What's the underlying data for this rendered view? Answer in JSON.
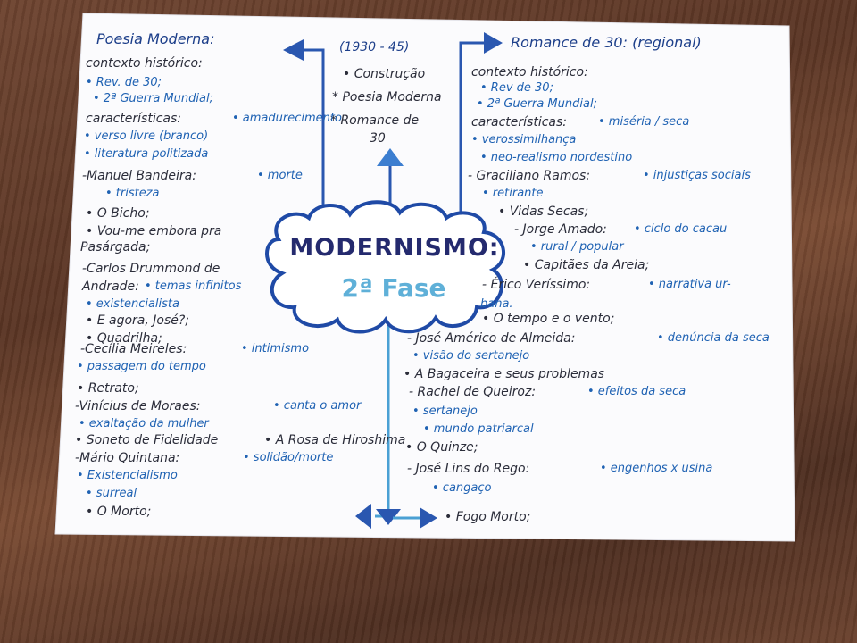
{
  "center": {
    "title": "MODERNISMO:",
    "subtitle": "2ª Fase"
  },
  "top": {
    "period": "(1930 - 45)",
    "items": [
      "• Construção",
      "* Poesia Moderna",
      "* Romance de",
      "30"
    ]
  },
  "left": {
    "heading": "Poesia Moderna:",
    "lines": [
      {
        "t": "contexto histórico:",
        "c": "blk"
      },
      {
        "t": "• Rev. de 30;",
        "c": "blu"
      },
      {
        "t": "• 2ª Guerra Mundial;",
        "c": "blu"
      },
      {
        "t": "características:",
        "c": "blk"
      },
      {
        "t": "• amadurecimento",
        "c": "blu"
      },
      {
        "t": "• verso livre (branco)",
        "c": "blu"
      },
      {
        "t": "• literatura politizada",
        "c": "blu"
      },
      {
        "t": "-Manuel Bandeira:",
        "c": "blk"
      },
      {
        "t": "• morte",
        "c": "blu"
      },
      {
        "t": "• tristeza",
        "c": "blu"
      },
      {
        "t": "• O Bicho;",
        "c": "blk"
      },
      {
        "t": "• Vou-me embora pra",
        "c": "blk"
      },
      {
        "t": "Pasárgada;",
        "c": "blk"
      },
      {
        "t": "-Carlos Drummond de",
        "c": "blk"
      },
      {
        "t": "Andrade:",
        "c": "blk"
      },
      {
        "t": "• temas infinitos",
        "c": "blu"
      },
      {
        "t": "• existencialista",
        "c": "blu"
      },
      {
        "t": "• E agora, José?;",
        "c": "blk"
      },
      {
        "t": "• Quadrilha;",
        "c": "blk"
      },
      {
        "t": "-Cecília Meireles:",
        "c": "blk"
      },
      {
        "t": "• intimismo",
        "c": "blu"
      },
      {
        "t": "• passagem do tempo",
        "c": "blu"
      },
      {
        "t": "• Retrato;",
        "c": "blk"
      },
      {
        "t": "-Vinícius de Moraes:",
        "c": "blk"
      },
      {
        "t": "• canta o amor",
        "c": "blu"
      },
      {
        "t": "• exaltação da mulher",
        "c": "blu"
      },
      {
        "t": "• Soneto de Fidelidade",
        "c": "blk"
      },
      {
        "t": "• A Rosa de Hiroshima",
        "c": "blk"
      },
      {
        "t": "-Mário Quintana:",
        "c": "blk"
      },
      {
        "t": "• solidão/morte",
        "c": "blu"
      },
      {
        "t": "• Existencialismo",
        "c": "blu"
      },
      {
        "t": "• surreal",
        "c": "blu"
      },
      {
        "t": "• O Morto;",
        "c": "blk"
      }
    ]
  },
  "right": {
    "heading": "Romance de 30: (regional)",
    "lines": [
      {
        "t": "contexto histórico:",
        "c": "blk"
      },
      {
        "t": "• Rev de 30;",
        "c": "blu"
      },
      {
        "t": "• 2ª Guerra Mundial;",
        "c": "blu"
      },
      {
        "t": "características:",
        "c": "blk"
      },
      {
        "t": "• miséria / seca",
        "c": "blu"
      },
      {
        "t": "• verossimilhança",
        "c": "blu"
      },
      {
        "t": "• neo-realismo nordestino",
        "c": "blu"
      },
      {
        "t": "- Graciliano Ramos:",
        "c": "blk"
      },
      {
        "t": "• injustiças sociais",
        "c": "blu"
      },
      {
        "t": "• retirante",
        "c": "blu"
      },
      {
        "t": "• Vidas Secas;",
        "c": "blk"
      },
      {
        "t": "- Jorge Amado:",
        "c": "blk"
      },
      {
        "t": "• ciclo do cacau",
        "c": "blu"
      },
      {
        "t": "• rural / popular",
        "c": "blu"
      },
      {
        "t": "• Capitães da Areia;",
        "c": "blk"
      },
      {
        "t": "- Érico Veríssimo:",
        "c": "blk"
      },
      {
        "t": "• narrativa ur-",
        "c": "blu"
      },
      {
        "t": "bana.",
        "c": "blu"
      },
      {
        "t": "• O tempo e o vento;",
        "c": "blk"
      },
      {
        "t": "- José Américo de Almeida:",
        "c": "blk"
      },
      {
        "t": "• denúncia da seca",
        "c": "blu"
      },
      {
        "t": "• visão do sertanejo",
        "c": "blu"
      },
      {
        "t": "• A Bagaceira e seus problemas",
        "c": "blk"
      },
      {
        "t": "- Rachel de Queiroz:",
        "c": "blk"
      },
      {
        "t": "• efeitos da seca",
        "c": "blu"
      },
      {
        "t": "• sertanejo",
        "c": "blu"
      },
      {
        "t": "• mundo patriarcal",
        "c": "blu"
      },
      {
        "t": "• O Quinze;",
        "c": "blk"
      },
      {
        "t": "- José Lins do Rego:",
        "c": "blk"
      },
      {
        "t": "• engenhos x usina",
        "c": "blu"
      },
      {
        "t": "• cangaço",
        "c": "blu"
      },
      {
        "t": "• Fogo Morto;",
        "c": "blk"
      }
    ]
  },
  "colors": {
    "dark_blue": "#1d3f8a",
    "light_blue": "#5fb0d8",
    "ink": "#2b2d3a",
    "pen_blue": "#1f62b3"
  }
}
